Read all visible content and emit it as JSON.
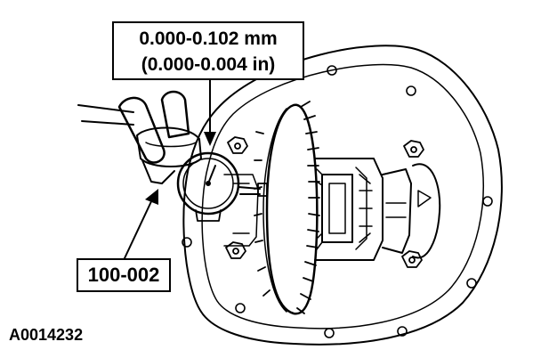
{
  "callouts": {
    "spec_mm": "0.000-0.102 mm",
    "spec_in": "(0.000-0.004 in)",
    "tool_number": "100-002"
  },
  "figure_id": "A0014232",
  "colors": {
    "ink": "#000000",
    "paper": "#ffffff"
  }
}
